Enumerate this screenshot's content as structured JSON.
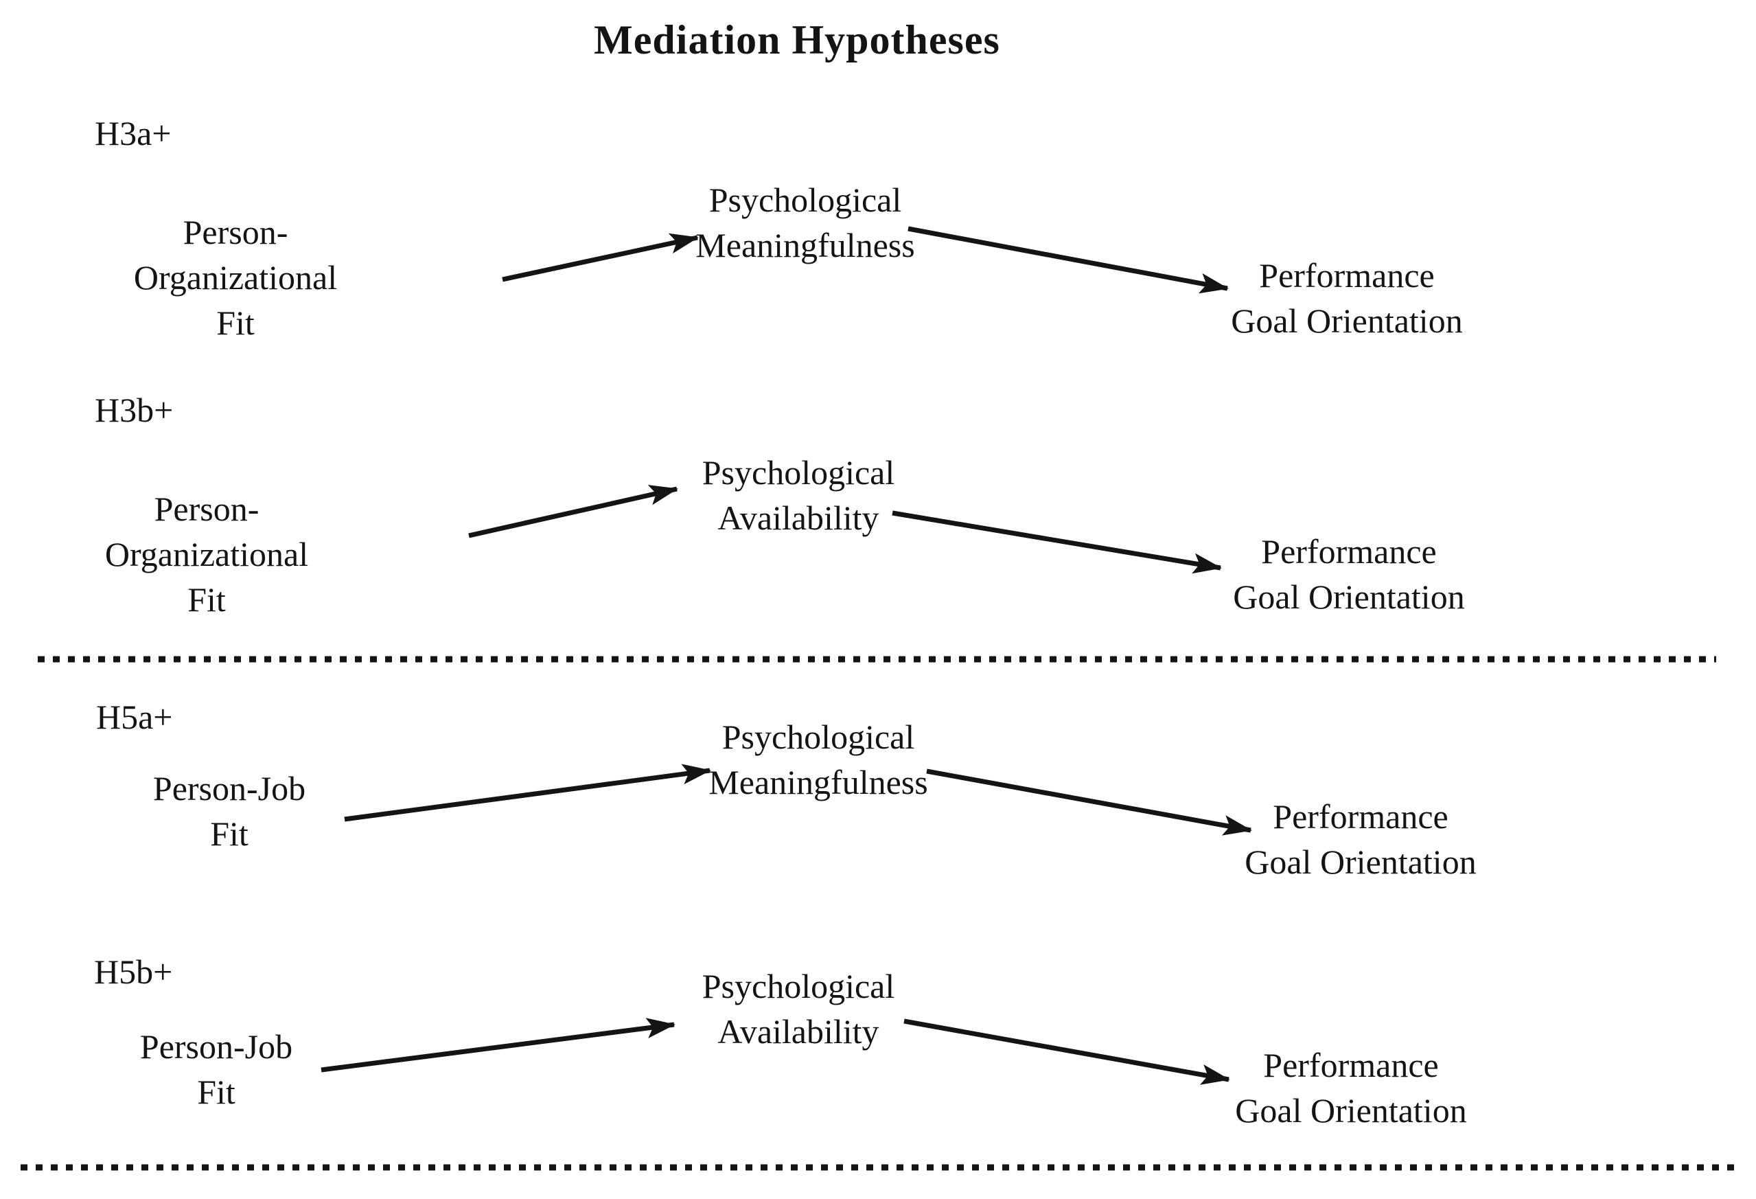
{
  "title": "Mediation Hypotheses",
  "colors": {
    "background": "#ffffff",
    "text": "#141414",
    "arrow": "#141414"
  },
  "divider_style": "dotted",
  "rows": [
    {
      "label": "H3a+",
      "predictor": {
        "lines": [
          "Person-",
          "Organizational",
          "Fit"
        ]
      },
      "mediator": {
        "lines": [
          "Psychological",
          "Meaningfulness"
        ]
      },
      "outcome": {
        "lines": [
          "Performance",
          "Goal Orientation"
        ]
      }
    },
    {
      "label": "H3b+",
      "predictor": {
        "lines": [
          "Person-",
          "Organizational",
          "Fit"
        ]
      },
      "mediator": {
        "lines": [
          "Psychological",
          "Availability"
        ]
      },
      "outcome": {
        "lines": [
          "Performance",
          "Goal Orientation"
        ]
      }
    },
    {
      "label": "H5a+",
      "predictor": {
        "lines": [
          "Person-Job",
          "Fit"
        ]
      },
      "mediator": {
        "lines": [
          "Psychological",
          "Meaningfulness"
        ]
      },
      "outcome": {
        "lines": [
          "Performance",
          "Goal Orientation"
        ]
      }
    },
    {
      "label": "H5b+",
      "predictor": {
        "lines": [
          "Person-Job",
          "Fit"
        ]
      },
      "mediator": {
        "lines": [
          "Psychological",
          "Availability"
        ]
      },
      "outcome": {
        "lines": [
          "Performance",
          "Goal Orientation"
        ]
      }
    }
  ]
}
